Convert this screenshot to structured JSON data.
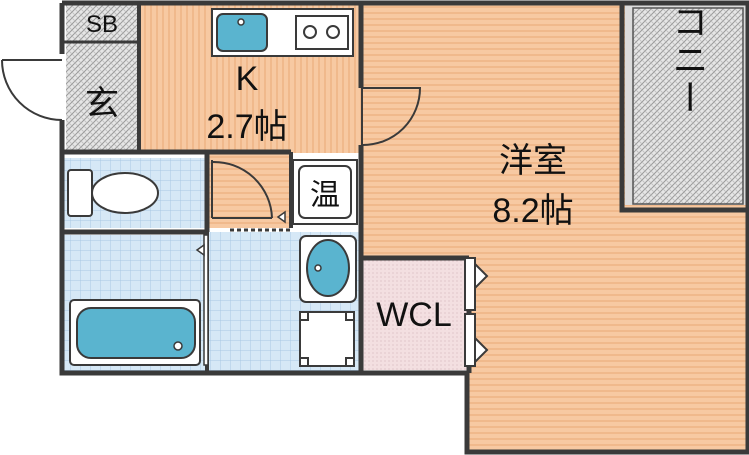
{
  "plan": {
    "rooms": {
      "storage": {
        "label": "SB"
      },
      "entrance": {
        "label": "玄"
      },
      "kitchen": {
        "label": "K",
        "size": "2.7帖"
      },
      "western_room": {
        "label": "洋室",
        "size": "8.2帖"
      },
      "balcony": {
        "label": "バルコニー"
      },
      "water_heater": {
        "label": "温"
      },
      "closet": {
        "label": "WCL"
      }
    }
  },
  "colors": {
    "wood_floor": "#f7c9a2",
    "wood_stripe": "#f0b98c",
    "tile_floor": "#d6e8f6",
    "tile_grid": "#a9c8e4",
    "fixture_blue": "#5ab4cf",
    "closet_fill": "#f3dfe1",
    "hatch_bg": "#e6e6e6",
    "wall": "#3a3a3a"
  }
}
